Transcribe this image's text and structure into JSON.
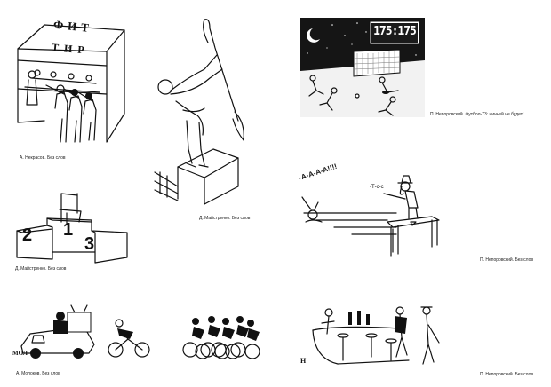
{
  "captions": {
    "kiosk": "А. Некрасов. Без слов",
    "diver": "Д. Майстренко. Без слов",
    "podium": "Д. Майстренко. Без слов",
    "football": "П. Непоровский. Футбол-73: ничьей не будет!",
    "drowning": "П. Непоровский. Без слов",
    "cyclists": "А. Молоков. Без слов",
    "cafe": "П. Непоровский. Без слов"
  },
  "drawn_text": {
    "kiosk_sign_top": "ФИТ",
    "kiosk_sign_side": "ТИР",
    "scoreboard": "175:175",
    "scream": "-А-А-А-А!!!!",
    "hush": "-Т-с-с",
    "podium_places": [
      "2",
      "1",
      "3"
    ],
    "signature_cyclists": "МОЛ",
    "signature_cafe": "Н"
  }
}
